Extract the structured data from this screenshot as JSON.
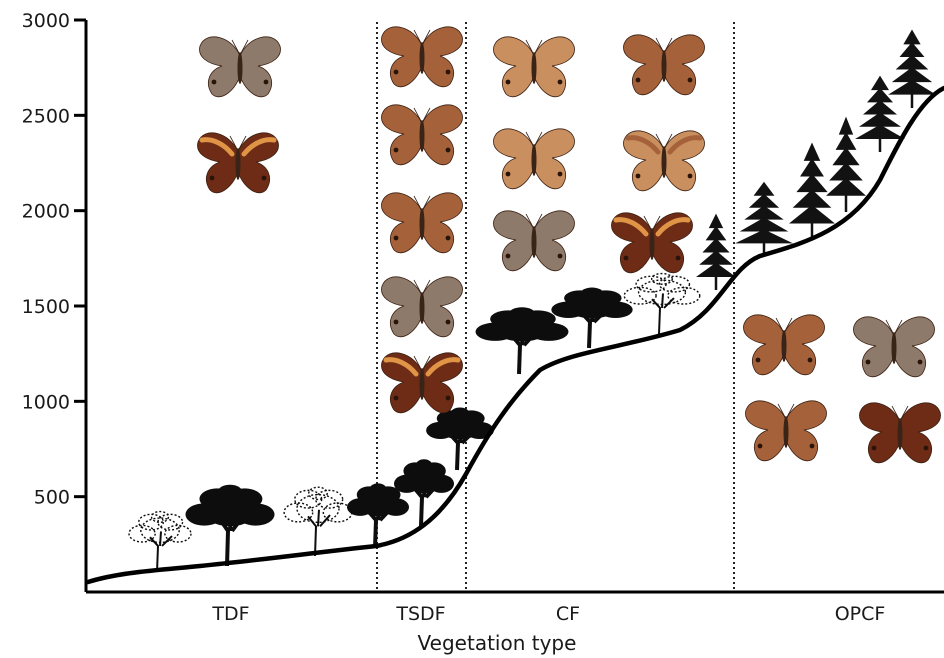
{
  "chart_data": {
    "type": "line",
    "title": "",
    "xlabel": "Vegetation type",
    "ylabel": "",
    "ylim": [
      0,
      3000
    ],
    "yticks": [
      500,
      1000,
      1500,
      2000,
      2500,
      3000
    ],
    "ytick_labels": [
      "500",
      "1000",
      "1500",
      "2000",
      "2500",
      "3000"
    ],
    "zones": [
      {
        "label": "TDF",
        "x_start": 0,
        "x_end": 0.34
      },
      {
        "label": "TSDF",
        "x_start": 0.34,
        "x_end": 0.44
      },
      {
        "label": "CF",
        "x_start": 0.44,
        "x_end": 0.76
      },
      {
        "label": "OPCF",
        "x_start": 0.76,
        "x_end": 1.0
      }
    ],
    "grid": false,
    "legend": "none",
    "colors": {
      "curve": "#000000",
      "trees": "#0d0d0d",
      "conifer": "#121212",
      "butterfly_light": "#c98f5f",
      "butterfly_mid": "#a5623a",
      "butterfly_dark": "#6e2c16",
      "butterfly_grey": "#8e7a6a",
      "butterfly_orange": "#e09446"
    }
  },
  "illustrations": {
    "trees": [
      "broadleaf-tree",
      "broadleaf-tree",
      "broadleaf-tree",
      "broadleaf-tree",
      "broadleaf-tree",
      "broadleaf-tree",
      "broadleaf-tree",
      "broadleaf-tree",
      "broadleaf-tree",
      "broadleaf-tree",
      "conifer-tree",
      "conifer-tree",
      "conifer-tree",
      "conifer-tree",
      "conifer-tree"
    ],
    "butterflies": [
      "butterfly",
      "butterfly",
      "butterfly",
      "butterfly",
      "butterfly",
      "butterfly",
      "butterfly",
      "butterfly",
      "butterfly",
      "butterfly",
      "butterfly",
      "butterfly",
      "butterfly",
      "butterfly",
      "butterfly",
      "butterfly",
      "butterfly",
      "butterfly"
    ]
  }
}
